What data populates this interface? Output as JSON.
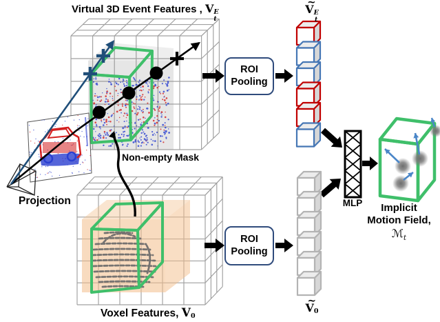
{
  "figure": {
    "title_text": "Virtual 3D Event Features ,",
    "title_math": {
      "base": "V",
      "sup": "E",
      "sub": "t"
    },
    "event_stack_math": {
      "tilde": "~",
      "base": "V",
      "sup": "E",
      "sub": "t"
    },
    "voxel_stack_math": {
      "tilde": "~",
      "base": "V",
      "sub": "0"
    },
    "projection_label": "Projection",
    "non_empty_mask_label": "Non-empty Mask",
    "voxel_features_text": "Voxel Features,",
    "voxel_features_math": {
      "base": "V",
      "sub": "0"
    },
    "roi_top": {
      "line1": "ROI",
      "line2": "Pooling"
    },
    "roi_bottom": {
      "line1": "ROI",
      "line2": "Pooling"
    },
    "mlp_label": "MLP",
    "implicit_line1": "Implicit",
    "implicit_line2": "Motion Field,",
    "implicit_math": {
      "base": "ℳ",
      "sub": "t"
    }
  },
  "stacks": {
    "event_feature_cubes": [
      "red",
      "blue",
      "blue",
      "red",
      "red",
      "blue"
    ],
    "voxel_feature_cubes": [
      "gray",
      "gray",
      "gray",
      "gray",
      "gray",
      "gray"
    ]
  },
  "colors": {
    "cube_red": "#c00000",
    "cube_blue": "#4576b4",
    "cube_gray": "#b3b3b3",
    "mask_green": "#3fbf6a",
    "roi_border_navy": "#2f4b7c",
    "orange_region": "#f3bd8a",
    "motion_arrow_blue": "#4a86c8",
    "projection_ray_blue": "#1f4e79",
    "event_red": "#d42020",
    "event_blue": "#2a3fd0",
    "grid_gray": "#9a9a9a"
  }
}
